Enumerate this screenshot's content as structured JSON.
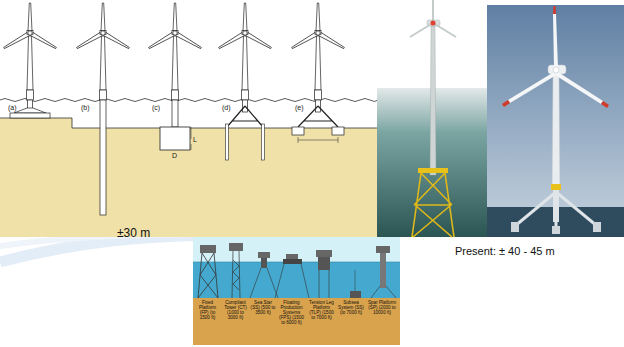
{
  "diagram": {
    "labels": [
      "(a)",
      "(b)",
      "(c)",
      "(d)",
      "(e)",
      "D",
      "L",
      "±30 m",
      "Present: ± 40 - 45 m",
      "Fixed Platform (FP) (to 1500 ft)",
      "Compliant Tower (CT) (1000 to 3000 ft)",
      "Sea Star (SS) (500 to 3500 ft)",
      "Floating Production Systems (FPS) (1500 to 6000 ft)",
      "Tension Leg Platform (TLP) (1500 to 7000 ft)",
      "Subsea System (SS) (to 7000 ft)",
      "Spar Platform (SP) (2000 to 10000 ft)"
    ]
  }
}
